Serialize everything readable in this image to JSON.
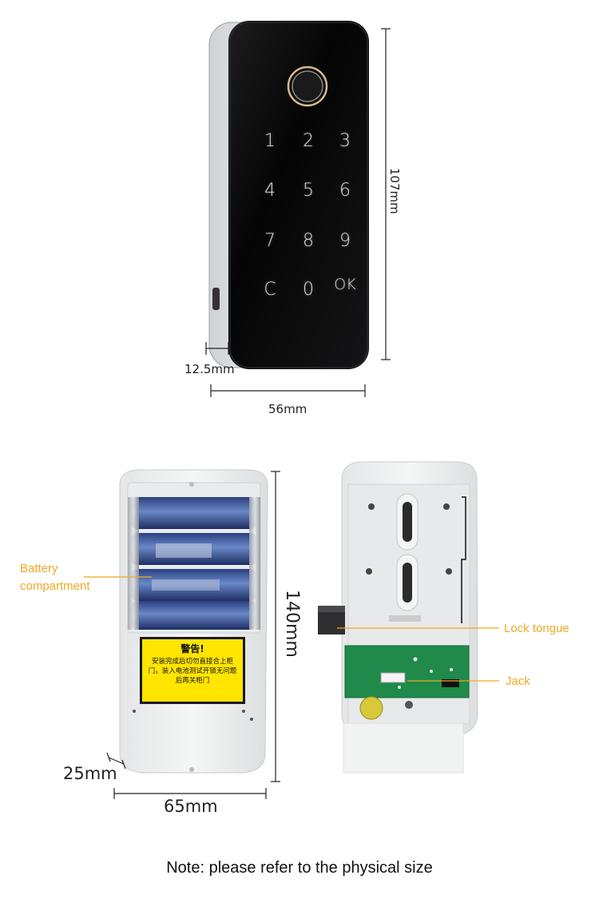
{
  "keypad": {
    "keys": [
      "1",
      "2",
      "3",
      "4",
      "5",
      "6",
      "7",
      "8",
      "9",
      "C",
      "0",
      "OK"
    ]
  },
  "dimensions": {
    "height_front": "107mm",
    "width_front": "56mm",
    "thickness_front": "12.5mm",
    "height_back": "140mm",
    "width_back": "65mm",
    "thickness_back": "25mm"
  },
  "callouts": {
    "battery": "Battery\ncompartment",
    "lock_tongue": "Lock tongue",
    "jack": "Jack"
  },
  "warning_label": {
    "title": "警告!",
    "body": "安装完成后切勿直接合上柜门，装入电池测试开锁无问题后再关柜门"
  },
  "note": "Note: please refer to the physical size",
  "colors": {
    "callout": "#f0a824",
    "label_yellow": "#ffe500",
    "pcb_green": "#1f8a4a",
    "panel_black": "#0a0a0a",
    "housing_white": "#eef0f0"
  }
}
